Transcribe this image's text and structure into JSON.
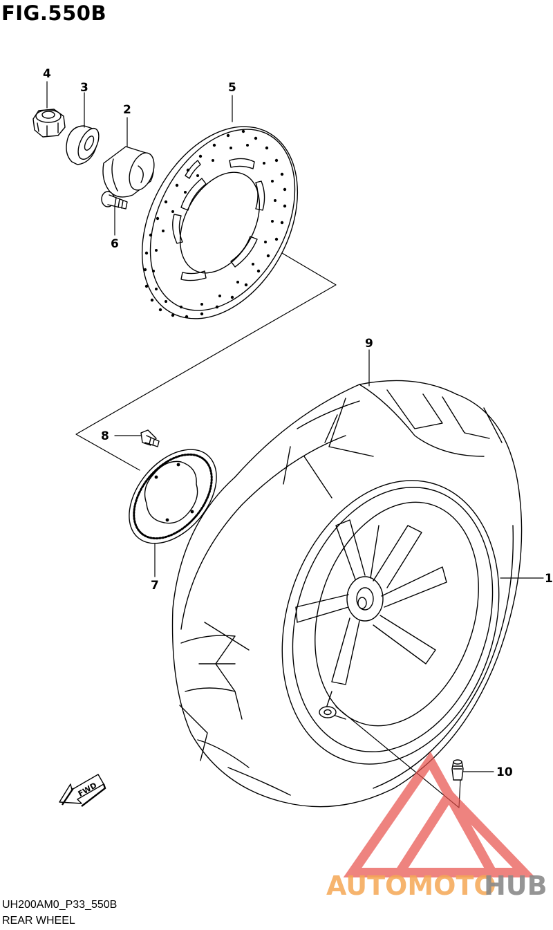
{
  "figure": {
    "title": "FIG.550B",
    "code": "UH200AM0_P33_550B",
    "name": "REAR WHEEL"
  },
  "callouts": [
    {
      "id": "c1",
      "label": "1"
    },
    {
      "id": "c2",
      "label": "2"
    },
    {
      "id": "c3",
      "label": "3"
    },
    {
      "id": "c4",
      "label": "4"
    },
    {
      "id": "c5",
      "label": "5"
    },
    {
      "id": "c6",
      "label": "6"
    },
    {
      "id": "c7",
      "label": "7"
    },
    {
      "id": "c8",
      "label": "8"
    },
    {
      "id": "c9",
      "label": "9"
    },
    {
      "id": "c10",
      "label": "10"
    }
  ],
  "fwd_arrow": {
    "label": "FWD",
    "icon": "fwd-arrow-icon"
  },
  "watermark": {
    "part1": "AUTOMOTO",
    "part2": "HUB",
    "colors": {
      "orange": "#f5a855",
      "red": "#e8504a",
      "gray": "#8a8a8a"
    },
    "icon": "triangle-logo-icon"
  }
}
